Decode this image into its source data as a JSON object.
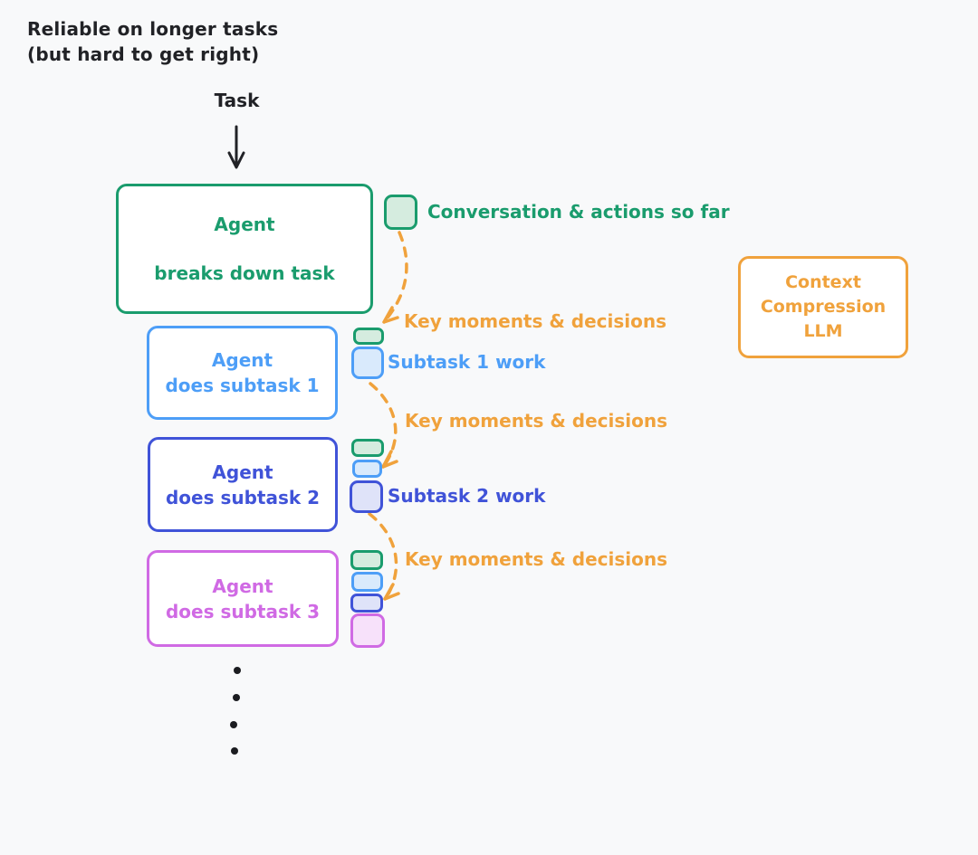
{
  "colors": {
    "background": "#f8f9fa",
    "ink": "#212226",
    "green": "#1a9c6d",
    "green_fill": "#d5ecdf",
    "blue": "#4d9ef7",
    "blue_fill": "#d9eafc",
    "royal_blue": "#4053d8",
    "royal_fill": "#dfe3f9",
    "purple": "#d06ae4",
    "purple_fill": "#f7e1fa",
    "orange": "#f0a23c"
  },
  "caption": {
    "line1": "Reliable on longer tasks",
    "line2": "(but hard to get right)"
  },
  "task": {
    "label": "Task"
  },
  "boxes": {
    "agent_breakdown": {
      "title": "Agent",
      "subtitle": "breaks down task"
    },
    "agent_subtask1": {
      "title": "Agent",
      "subtitle": "does subtask 1"
    },
    "agent_subtask2": {
      "title": "Agent",
      "subtitle": "does subtask 2"
    },
    "agent_subtask3": {
      "title": "Agent",
      "subtitle": "does subtask 3"
    },
    "context_llm": {
      "line1": "Context",
      "line2": "Compression",
      "line3": "LLM"
    }
  },
  "labels": {
    "conversation": "Conversation & actions so far",
    "key_moments_1": "Key moments & decisions",
    "key_moments_2": "Key moments & decisions",
    "key_moments_3": "Key moments & decisions",
    "subtask1_work": "Subtask 1 work",
    "subtask2_work": "Subtask 2 work"
  },
  "token_stacks": {
    "after_breakdown": [
      "green-square: conversation & actions so far"
    ],
    "during_subtask1": [
      "green-pill: compressed key moments",
      "blue-square: subtask 1 work"
    ],
    "during_subtask2": [
      "green-pill: compressed key moments",
      "blue-pill: compressed subtask 1",
      "royal-square: subtask 2 work"
    ],
    "during_subtask3": [
      "green-pill: compressed key moments",
      "blue-pill: compressed subtask 1",
      "royal-pill: compressed subtask 2",
      "purple-square: subtask 3 work"
    ]
  },
  "ellipsis": "continues for more subtasks (4 dots)"
}
